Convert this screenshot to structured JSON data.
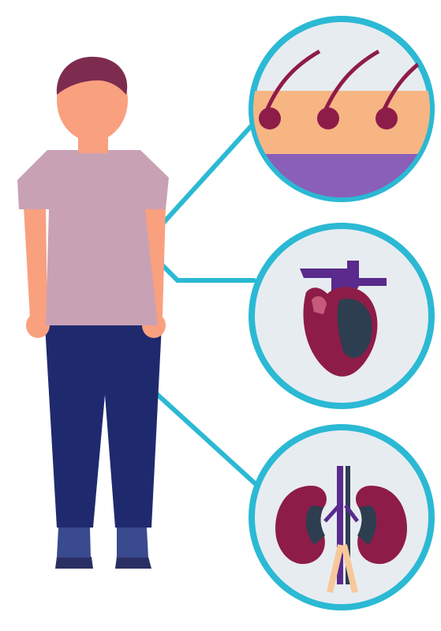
{
  "illustration": {
    "figure": {
      "skin_color": "#f9a07f",
      "hair_color": "#7d2c4f",
      "shirt_color": "#c9a1b5",
      "pants_color": "#1f2a6e",
      "shoe_color": "#2a2f63"
    },
    "callouts": [
      {
        "name": "skin-hair-follicles",
        "icon": "skin-icon"
      },
      {
        "name": "heart",
        "icon": "heart-icon"
      },
      {
        "name": "kidneys",
        "icon": "kidneys-icon"
      }
    ],
    "colors": {
      "ring": "#2bb9d4",
      "circle_fill": "#e7ecf1",
      "organ_red": "#8e1c48",
      "organ_dark": "#2c3e50",
      "vessel_purple": "#5a2a8c",
      "skin_layer": "#f7b584",
      "fat_layer": "#8a5fb8"
    }
  }
}
